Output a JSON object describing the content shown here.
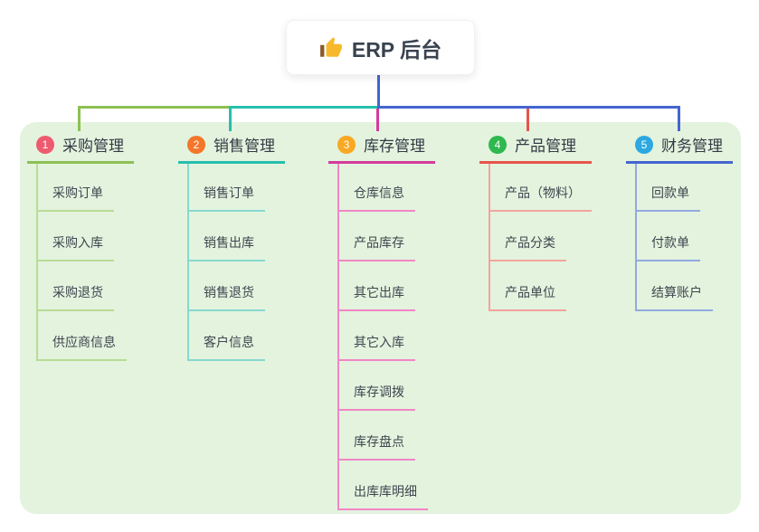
{
  "root": {
    "icon": "thumbs-up",
    "label": "ERP 后台"
  },
  "panel": {
    "background": "#e3f3de"
  },
  "branches": [
    {
      "number": "1",
      "title": "采购管理",
      "colors": {
        "badge": "#ee5a6f",
        "line": "#8cc152",
        "line_light": "#b9dc95"
      },
      "children": [
        "采购订单",
        "采购入库",
        "采购退货",
        "供应商信息"
      ]
    },
    {
      "number": "2",
      "title": "销售管理",
      "colors": {
        "badge": "#f4762b",
        "line": "#26bfae",
        "line_light": "#87d9cf"
      },
      "children": [
        "销售订单",
        "销售出库",
        "销售退货",
        "客户信息"
      ]
    },
    {
      "number": "3",
      "title": "库存管理",
      "colors": {
        "badge": "#f8a823",
        "line": "#d53a9d",
        "line_light": "#f186c5"
      },
      "children": [
        "仓库信息",
        "产品库存",
        "其它出库",
        "其它入库",
        "库存调拨",
        "库存盘点",
        "出库库明细"
      ]
    },
    {
      "number": "4",
      "title": "产品管理",
      "colors": {
        "badge": "#2eb84e",
        "line": "#e8544c",
        "line_light": "#f3a49e"
      },
      "children": [
        "产品（物料）",
        "产品分类",
        "产品单位"
      ]
    },
    {
      "number": "5",
      "title": "财务管理",
      "colors": {
        "badge": "#2ba8e0",
        "line": "#4465d0",
        "line_light": "#92a9e0"
      },
      "children": [
        "回款单",
        "付款单",
        "结算账户"
      ]
    }
  ]
}
